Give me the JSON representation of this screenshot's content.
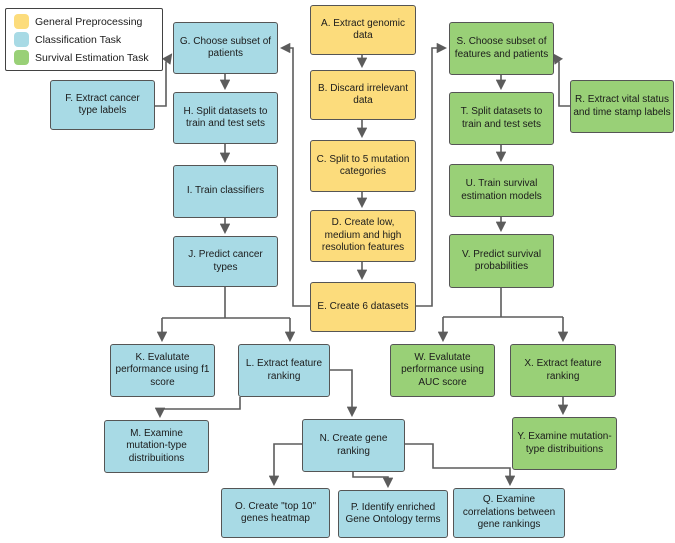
{
  "figure": {
    "type": "flowchart",
    "colors": {
      "general_preprocessing": "#FCDC7C",
      "classification_task": "#A8DAE5",
      "survival_estimation_task": "#99D077",
      "connector": "#5C5C5C",
      "node_border": "#555555"
    }
  },
  "legend": {
    "items": [
      {
        "label": "General Preprocessing",
        "color": "#FCDC7C"
      },
      {
        "label": "Classification Task",
        "color": "#A8DAE5"
      },
      {
        "label": "Survival Estimation Task",
        "color": "#99D077"
      }
    ]
  },
  "nodes": [
    {
      "id": "A",
      "category": "general-preprocessing",
      "label": "A. Extract genomic data"
    },
    {
      "id": "B",
      "category": "general-preprocessing",
      "label": "B. Discard irrelevant data"
    },
    {
      "id": "C",
      "category": "general-preprocessing",
      "label": "C. Split to 5 mutation categories"
    },
    {
      "id": "D",
      "category": "general-preprocessing",
      "label": "D. Create low, medium and high resolution features"
    },
    {
      "id": "E",
      "category": "general-preprocessing",
      "label": "E. Create 6 datasets"
    },
    {
      "id": "F",
      "category": "classification",
      "label": "F. Extract cancer type labels"
    },
    {
      "id": "G",
      "category": "classification",
      "label": "G. Choose subset of patients"
    },
    {
      "id": "H",
      "category": "classification",
      "label": "H. Split datasets to train and test sets"
    },
    {
      "id": "I",
      "category": "classification",
      "label": "I. Train classifiers"
    },
    {
      "id": "J",
      "category": "classification",
      "label": "J. Predict cancer types"
    },
    {
      "id": "K",
      "category": "classification",
      "label": "K. Evalutate performance using f1 score"
    },
    {
      "id": "L",
      "category": "classification",
      "label": "L. Extract feature ranking"
    },
    {
      "id": "M",
      "category": "classification",
      "label": "M. Examine mutation-type distribuitions"
    },
    {
      "id": "N",
      "category": "classification",
      "label": "N. Create gene ranking"
    },
    {
      "id": "O",
      "category": "classification",
      "label": "O. Create \"top 10\" genes heatmap"
    },
    {
      "id": "P",
      "category": "classification",
      "label": "P. Identify enriched Gene Ontology terms"
    },
    {
      "id": "Q",
      "category": "classification",
      "label": "Q. Examine correlations between gene rankings"
    },
    {
      "id": "R",
      "category": "survival-estimation",
      "label": "R. Extract vital status and time stamp labels"
    },
    {
      "id": "S",
      "category": "survival-estimation",
      "label": "S. Choose subset of features and patients"
    },
    {
      "id": "T",
      "category": "survival-estimation",
      "label": "T. Split datasets to train and test sets"
    },
    {
      "id": "U",
      "category": "survival-estimation",
      "label": "U. Train survival estimation models"
    },
    {
      "id": "V",
      "category": "survival-estimation",
      "label": "V. Predict survival probabilities"
    },
    {
      "id": "W",
      "category": "survival-estimation",
      "label": "W. Evalutate performance using AUC score"
    },
    {
      "id": "X",
      "category": "survival-estimation",
      "label": "X. Extract feature ranking"
    },
    {
      "id": "Y",
      "category": "survival-estimation",
      "label": "Y. Examine mutation-type distribuitions"
    }
  ],
  "edges": [
    "A→B",
    "B→C",
    "C→D",
    "D→E",
    "E→G",
    "E→S",
    "F→G",
    "G→H",
    "H→I",
    "I→J",
    "J→K",
    "J→L",
    "L→M",
    "L→N",
    "N→O",
    "N→P",
    "N→Q",
    "R→S",
    "S→T",
    "T→U",
    "U→V",
    "V→W",
    "V→X",
    "X→Y"
  ]
}
